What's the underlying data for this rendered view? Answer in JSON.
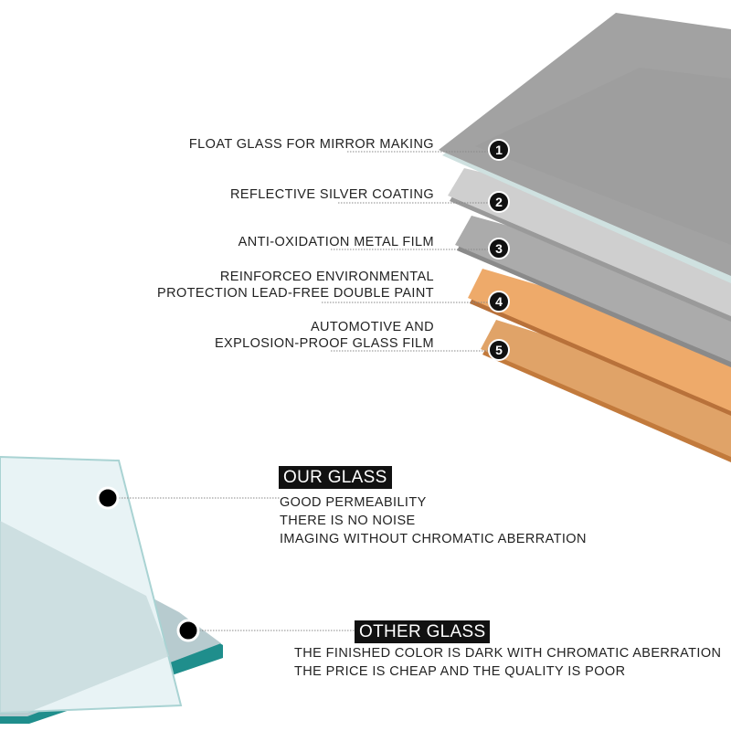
{
  "layers": [
    {
      "number": "1",
      "lines": [
        "FLOAT GLASS FOR MIRROR MAKING"
      ]
    },
    {
      "number": "2",
      "lines": [
        "REFLECTIVE SILVER COATING"
      ]
    },
    {
      "number": "3",
      "lines": [
        "ANTI-OXIDATION METAL FILM"
      ]
    },
    {
      "number": "4",
      "lines": [
        "REINFORCEO ENVIRONMENTAL",
        "PROTECTION LEAD-FREE DOUBLE PAINT"
      ]
    },
    {
      "number": "5",
      "lines": [
        "AUTOMOTIVE AND",
        "EXPLOSION-PROOF GLASS FILM"
      ]
    }
  ],
  "our_glass": {
    "title": "OUR GLASS",
    "points": [
      "GOOD PERMEABILITY",
      "THERE IS NO NOISE",
      "IMAGING WITHOUT CHROMATIC ABERRATION"
    ]
  },
  "other_glass": {
    "title": "OTHER GLASS",
    "points": [
      "THE FINISHED COLOR IS DARK WITH CHROMATIC ABERRATION",
      "THE PRICE IS CHEAP AND THE QUALITY IS POOR"
    ]
  },
  "colors": {
    "layer1": "#9e9e9e",
    "layer2": "#c9c9c9",
    "layer3": "#a9a9a9",
    "layer4": "#e8a868",
    "layer5": "#d9955a",
    "clear_glass": "#e3f0f2",
    "tinted_glass": "#b9cdd1",
    "glass_edge": "#2a9a98"
  }
}
